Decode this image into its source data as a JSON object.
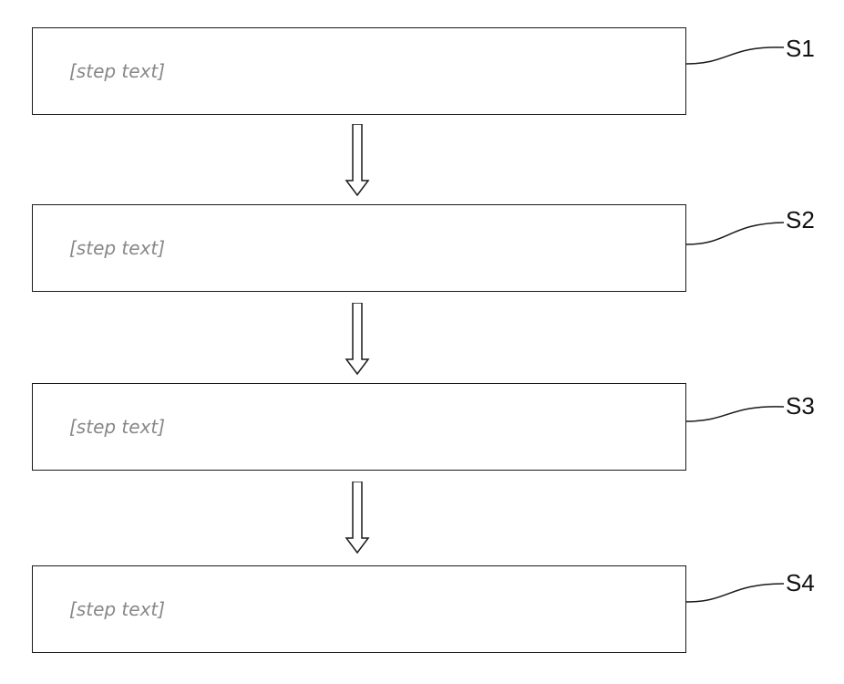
{
  "steps": [
    {
      "id": "S1",
      "label": "S1",
      "text": ""
    },
    {
      "id": "S2",
      "label": "S2",
      "text": ""
    },
    {
      "id": "S3",
      "label": "S3",
      "text": ""
    },
    {
      "id": "S4",
      "label": "S4",
      "text": ""
    }
  ],
  "placeholder_hint": "[step text]",
  "colors": {
    "stroke": "#1a1a1a",
    "arrow_fill": "#ffffff"
  }
}
